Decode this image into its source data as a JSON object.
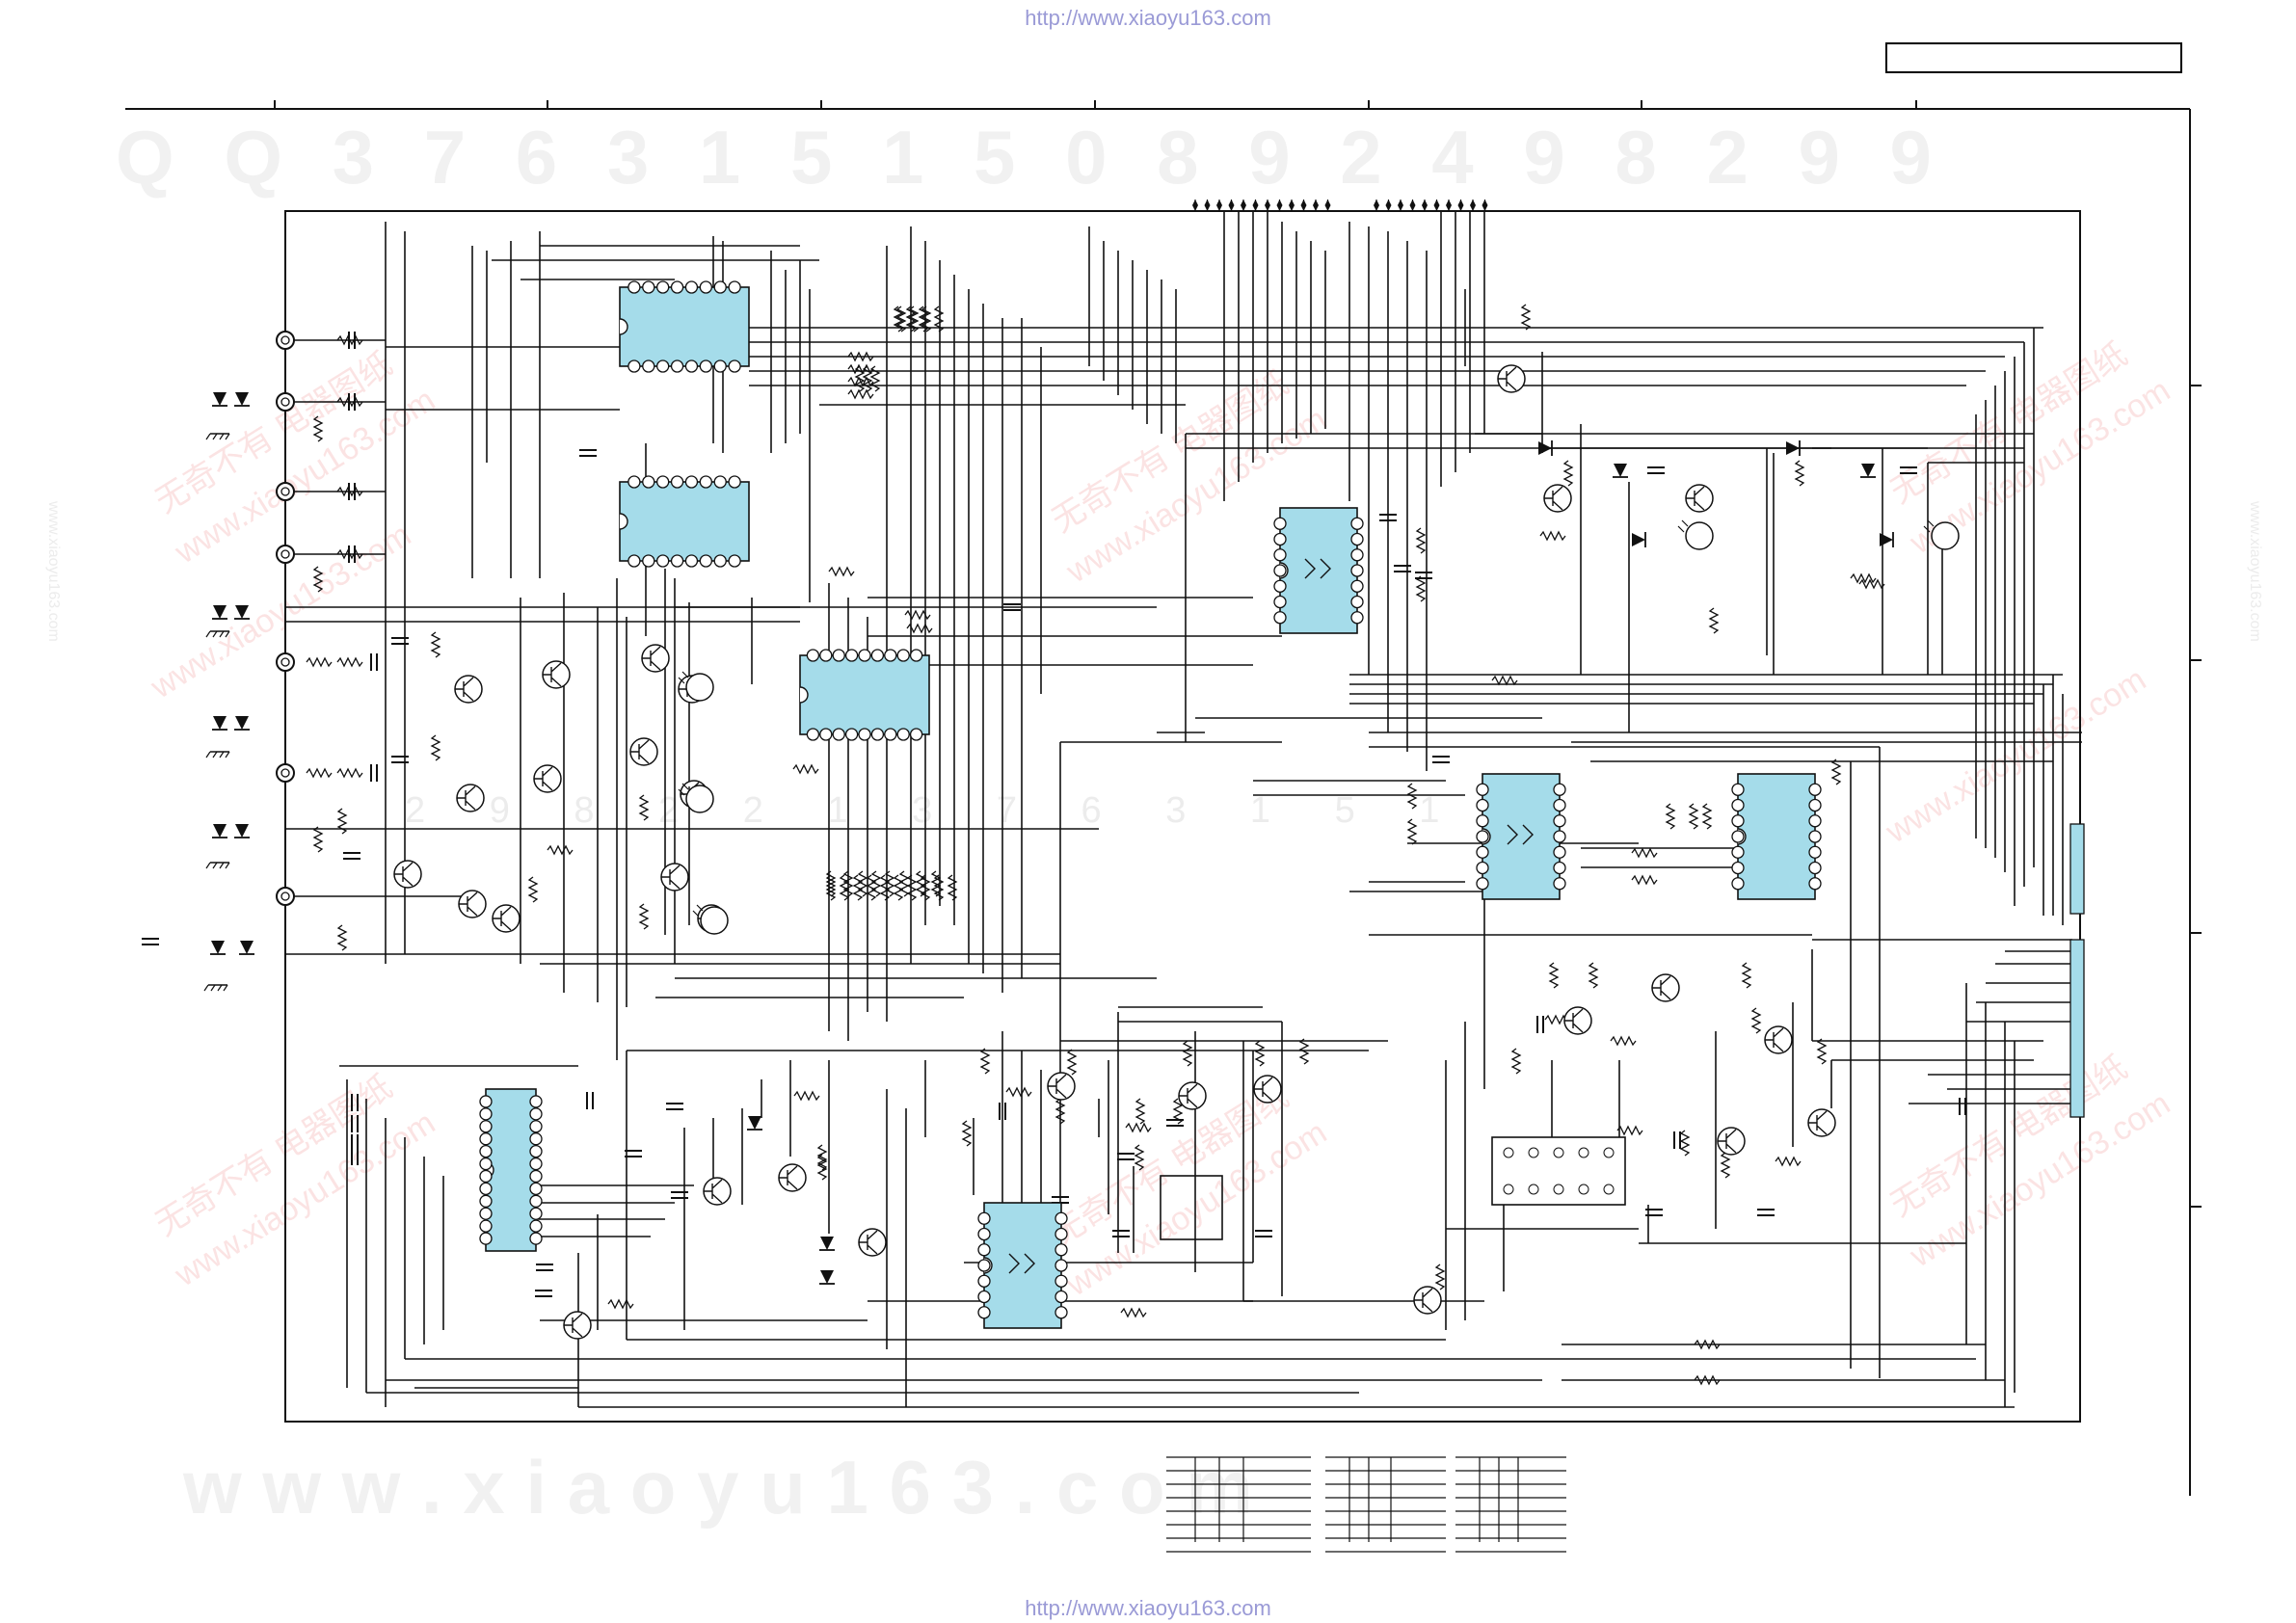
{
  "header": {
    "url_top": "http://www.xiaoyu163.com",
    "url_bottom": "http://www.xiaoyu163.com"
  },
  "watermarks": {
    "qq_line": "Q Q   3 7 6 3 1 5 1 5 0     8 9 2 4 9 8 2 9 9",
    "www_line": "w w w . x i a o y u 1 6 3 . c o m",
    "diagonal_cn": "无奇不有 电器图纸",
    "diagonal_url": "www.xiaoyu163.com",
    "mid_digits": "2 9 8 2 2 1 3 7 6 3 1 5 1 5"
  },
  "colors": {
    "ic_fill": "#a5dcea",
    "line": "#111111",
    "watermark_red": "#fbe3e3",
    "url": "#9a9ad6"
  },
  "icons": [
    "ic-package",
    "transistor",
    "resistor",
    "capacitor",
    "diode",
    "ground",
    "connector-jack",
    "photo-coupler",
    "connector-block"
  ]
}
